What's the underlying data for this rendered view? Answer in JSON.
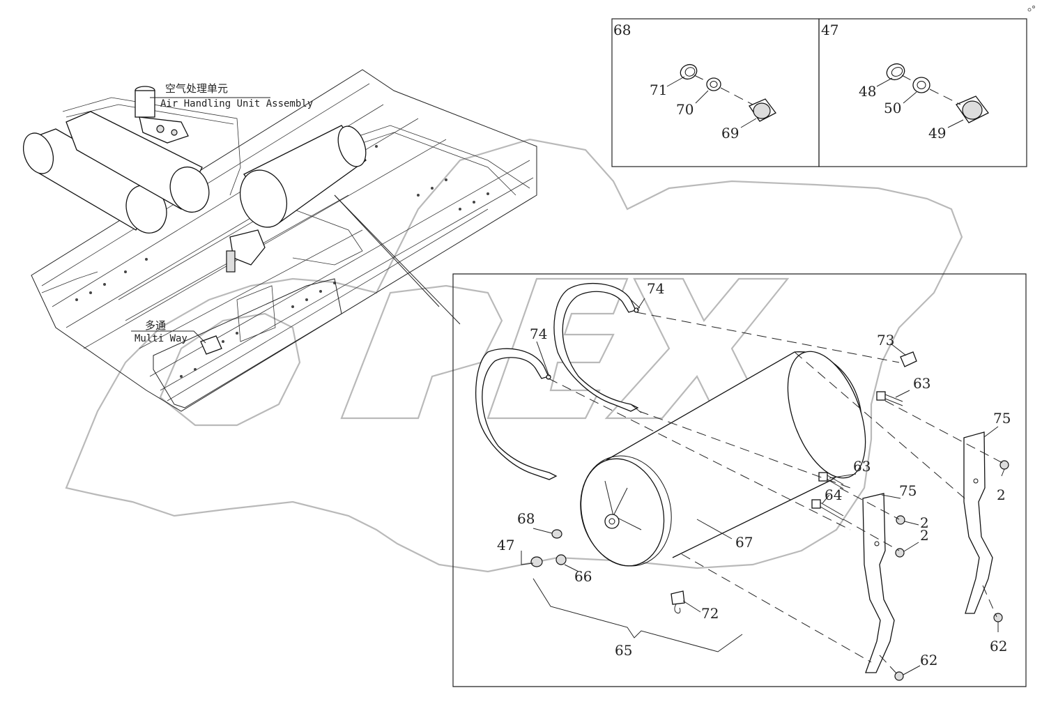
{
  "title_labels": {
    "air_handling_cn": "空气处理单元",
    "air_handling_en": "Air Handling Unit Assembly",
    "multi_way_cn": "多通",
    "multi_way_en": "Multi Way"
  },
  "watermark": {
    "text": "OPEX"
  },
  "detail_boxes": [
    {
      "id": "68",
      "items": [
        "71",
        "70",
        "69"
      ]
    },
    {
      "id": "47",
      "items": [
        "48",
        "50",
        "49"
      ]
    }
  ],
  "callouts": {
    "c74a": "74",
    "c74b": "74",
    "c73": "73",
    "c63a": "63",
    "c63b": "63",
    "c75a": "75",
    "c75b": "75",
    "c64": "64",
    "c2a": "2",
    "c2b": "2",
    "c2c": "2",
    "c68": "68",
    "c47": "47",
    "c66": "66",
    "c67": "67",
    "c72": "72",
    "c65": "65",
    "c62a": "62",
    "c62b": "62"
  }
}
